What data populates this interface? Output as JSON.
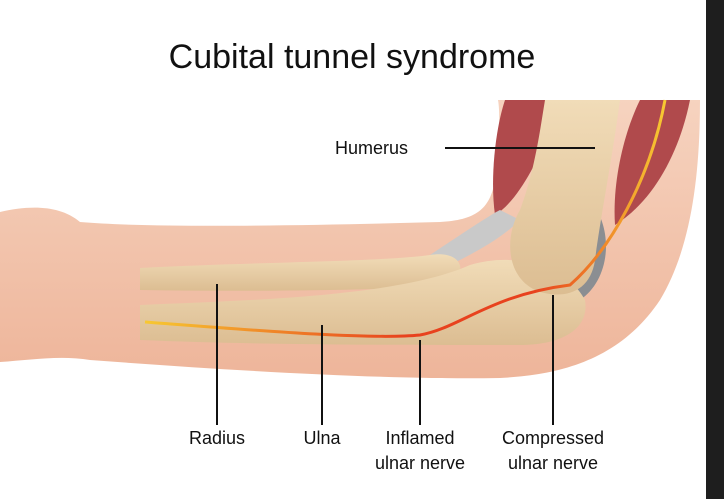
{
  "title": "Cubital tunnel syndrome",
  "labels": {
    "humerus": "Humerus",
    "radius": "Radius",
    "ulna": "Ulna",
    "inflamed": [
      "Inflamed",
      "ulnar nerve"
    ],
    "compressed": [
      "Compressed",
      "ulnar nerve"
    ]
  },
  "colors": {
    "skin": "#f2c2a8",
    "bone": "#e8cfa6",
    "muscle": "#b04a4c",
    "nerve_yellow": "#f7c832",
    "nerve_red": "#e8421e"
  }
}
